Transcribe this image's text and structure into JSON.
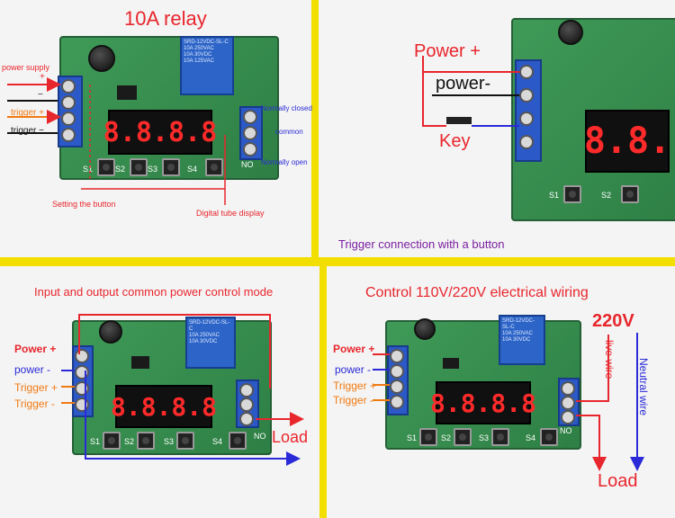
{
  "panels": {
    "top_left": {
      "title": "10A relay",
      "labels": {
        "power_supply": "power supply",
        "plus": "+",
        "minus": "−",
        "trigger_plus": "trigger +",
        "trigger_minus": "trigger −",
        "normally_closed": "Normally closed",
        "common": "common",
        "normally_open": "Normally open",
        "setting_button": "Setting the button",
        "digital_tube": "Digital tube display",
        "no": "NO"
      },
      "buttons": [
        "S1",
        "S2",
        "S3",
        "S4"
      ],
      "display": "8.8.8.8",
      "relay_text": [
        "SRD-12VDC-SL-C",
        "10A 250VAC",
        "10A 30VDC",
        "10A 125VAC"
      ]
    },
    "top_right": {
      "labels": {
        "power_plus": "Power +",
        "power_minus": "power-",
        "key": "Key"
      },
      "caption": "Trigger connection with a button",
      "display": "8.8.",
      "buttons": [
        "S1",
        "S2"
      ]
    },
    "bottom_left": {
      "title": "Input and output common power control mode",
      "labels": {
        "power_plus": "Power +",
        "power_minus": "power  -",
        "trigger_plus": "Trigger +",
        "trigger_minus": "Trigger -",
        "load": "Load",
        "no": "NO"
      },
      "buttons": [
        "S1",
        "S2",
        "S3",
        "S4"
      ],
      "display": "8.8.8.8",
      "relay_text": [
        "SRD-12VDC-SL-C",
        "10A 250VAC",
        "10A 30VDC"
      ]
    },
    "bottom_right": {
      "title": "Control 110V/220V electrical wiring",
      "labels": {
        "power_plus": "Power +",
        "power_minus": "power  -",
        "trigger_plus": "Trigger +",
        "trigger_minus": "Trigger -",
        "voltage": "220V",
        "live_wire": "live wire",
        "neutral_wire": "Neutral wire",
        "load": "Load",
        "no": "NO"
      },
      "buttons": [
        "S1",
        "S2",
        "S3",
        "S4"
      ],
      "display": "8.8.8.8",
      "relay_text": [
        "SRD-12VDC-SL-C",
        "10A 250VAC",
        "10A 30VDC"
      ]
    }
  },
  "colors": {
    "red": "#e8262d",
    "blue": "#2a2ad8",
    "orange": "#f07a12",
    "divider": "#f2df00",
    "purple": "#7a1fa0"
  }
}
